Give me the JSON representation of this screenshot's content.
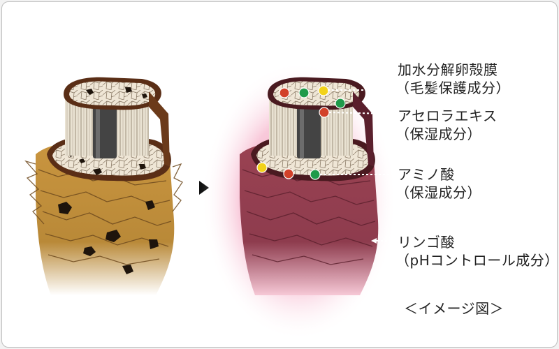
{
  "labels": [
    {
      "title": "加水分解卵殻膜",
      "sub": "（毛髪保護成分）"
    },
    {
      "title": "アセロラエキス",
      "sub": "（保湿成分）"
    },
    {
      "title": "アミノ酸",
      "sub": "（保湿成分）"
    },
    {
      "title": "リンゴ酸",
      "sub": "（pHコントロール成分）"
    }
  ],
  "caption": "＜イメージ図＞",
  "arrow_icon": "triangle-right",
  "colors": {
    "hair_damaged": "#b88a3a",
    "hair_treated": "#8a3a4a",
    "glow": "#ee88aa",
    "dot_red": "#d2412a",
    "dot_green": "#1f9a4a",
    "dot_yellow": "#f2d21a"
  }
}
